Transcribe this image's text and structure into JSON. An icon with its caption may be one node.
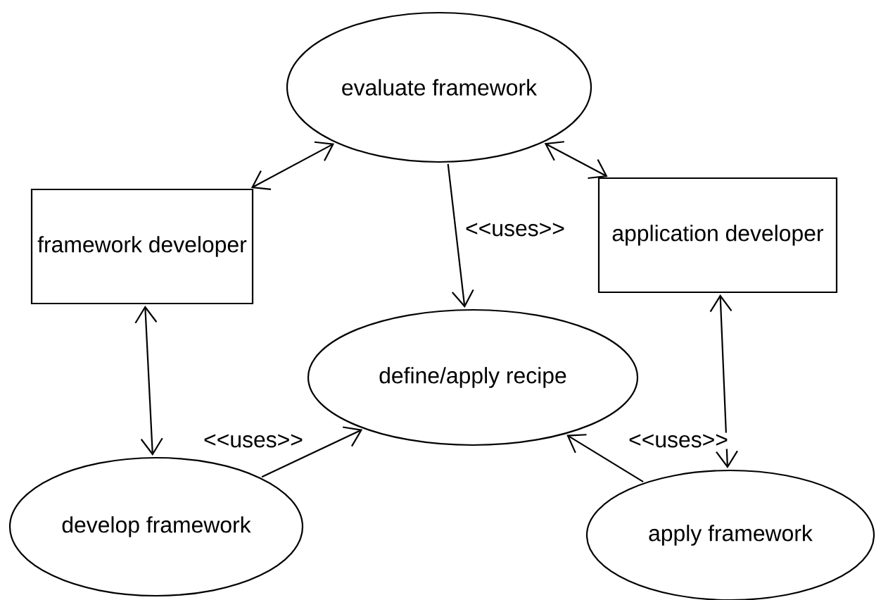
{
  "diagram": {
    "nodes": [
      {
        "text": [
          "evaluate framework"
        ]
      },
      {
        "text": [
          "framework developer"
        ]
      },
      {
        "text": [
          "application developer"
        ]
      },
      {
        "text": [
          "define/apply recipe"
        ]
      },
      {
        "text": [
          "develop framework"
        ]
      },
      {
        "text": [
          "apply framework"
        ]
      }
    ],
    "edges": [
      {
        "from": 0,
        "to": 1,
        "arrow": "both"
      },
      {
        "from": 0,
        "to": 2,
        "arrow": "both"
      },
      {
        "from": 0,
        "to": 3,
        "arrow": "to",
        "label": "<<uses>>"
      },
      {
        "from": 1,
        "to": 4,
        "arrow": "both"
      },
      {
        "from": 2,
        "to": 5,
        "arrow": "both"
      },
      {
        "from": 4,
        "to": 3,
        "arrow": "to",
        "label": "<<uses>>"
      },
      {
        "from": 5,
        "to": 3,
        "arrow": "to",
        "label": "<<uses>>"
      }
    ]
  }
}
